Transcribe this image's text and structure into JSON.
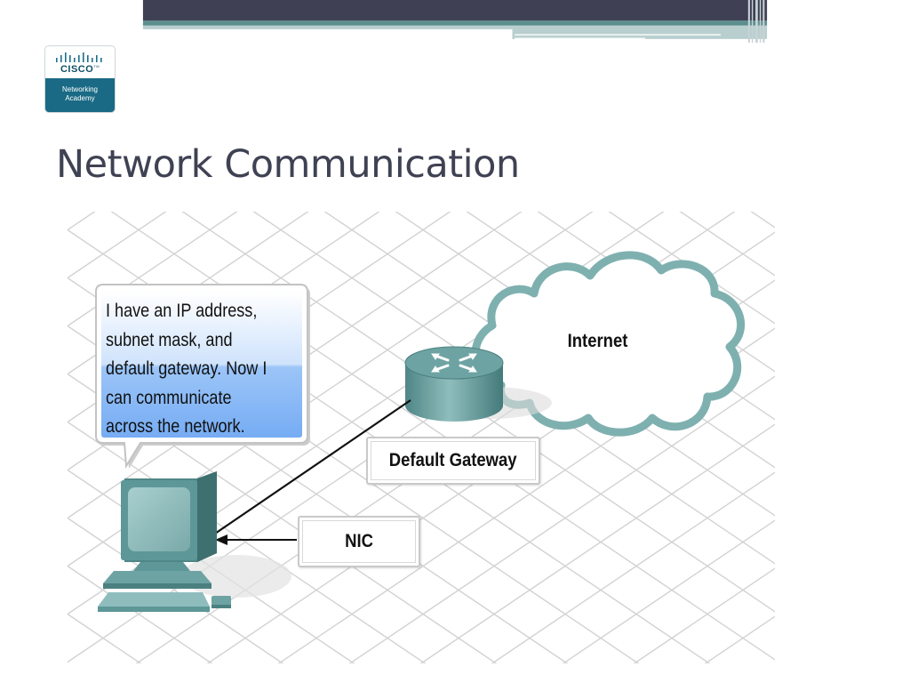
{
  "slide": {
    "title": "Network Communication"
  },
  "logo": {
    "brand": "CISCO",
    "trademark": "TM",
    "line1": "Networking",
    "line2": "Academy"
  },
  "diagram": {
    "bubble_lines": [
      "I have an IP address,",
      "subnet mask, and",
      "default gateway. Now I",
      "can communicate",
      "across the network."
    ],
    "internet_label": "Internet",
    "gateway_label": "Default Gateway",
    "nic_label": "NIC"
  },
  "colors": {
    "header_dark": "#3f4054",
    "header_teal": "#5c8e8e",
    "title_text": "#3f4253",
    "device_teal": "#5e9797",
    "cloud_outline": "#7fb0b0",
    "bubble_blue": "#7eb2f5"
  }
}
